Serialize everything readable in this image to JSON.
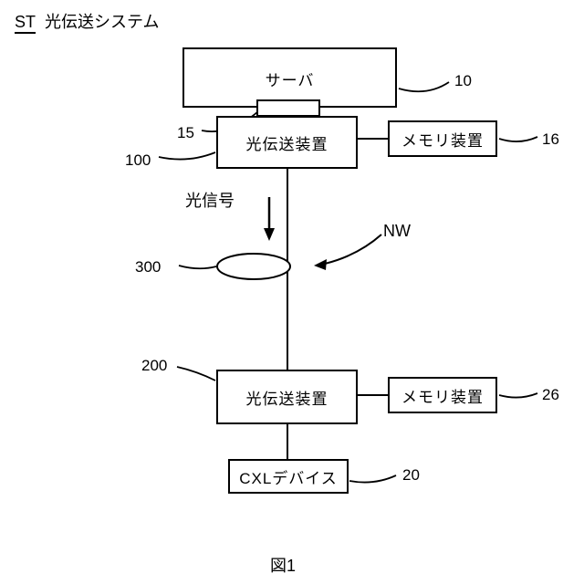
{
  "title": {
    "label": "ST",
    "system_name": "光伝送システム"
  },
  "figure_caption": "図1",
  "boxes": {
    "server": {
      "label": "サーバ",
      "ref": "10"
    },
    "connector": {
      "ref": "15"
    },
    "upper_device": {
      "label": "光伝送装置",
      "ref": "100"
    },
    "upper_memory": {
      "label": "メモリ装置",
      "ref": "16"
    },
    "lower_device": {
      "label": "光伝送装置",
      "ref": "200"
    },
    "lower_memory": {
      "label": "メモリ装置",
      "ref": "26"
    },
    "cxl_device": {
      "label": "CXLデバイス",
      "ref": "20"
    }
  },
  "annotations": {
    "optical_signal": "光信号",
    "network": "NW",
    "fiber_ref": "300"
  }
}
